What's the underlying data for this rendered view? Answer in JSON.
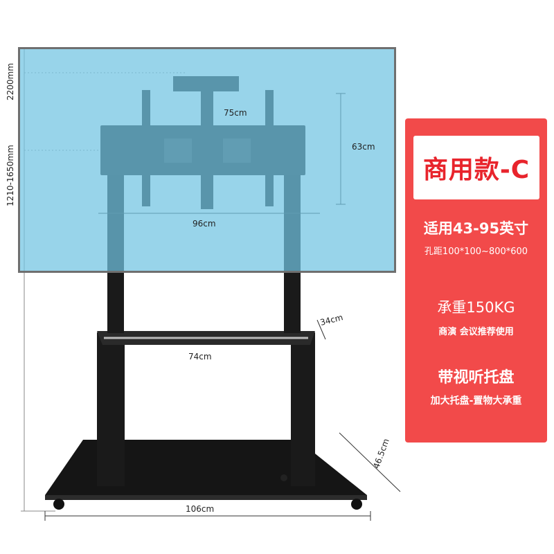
{
  "dimensions": {
    "height_range": "1210-1650mm",
    "max_height": "2200mm",
    "bracket_height": "75cm",
    "screen_height": "63cm",
    "bracket_width": "96cm",
    "tray_width": "74cm",
    "tray_depth": "34cm",
    "base_depth": "46.5cm",
    "base_width": "106cm"
  },
  "panel": {
    "model": "商用款-C",
    "fit": "适用43-95英寸",
    "vesa": "孔距100*100~800*600",
    "load": "承重150KG",
    "usage": "商演 会议推荐使用",
    "tray_title": "带视听托盘",
    "tray_desc": "加大托盘-置物大承重"
  },
  "colors": {
    "panel_red": "#f24a4a",
    "title_red": "#e8242c",
    "screen_blue": "#70c3e2",
    "stand_black": "#1a1a1a"
  }
}
